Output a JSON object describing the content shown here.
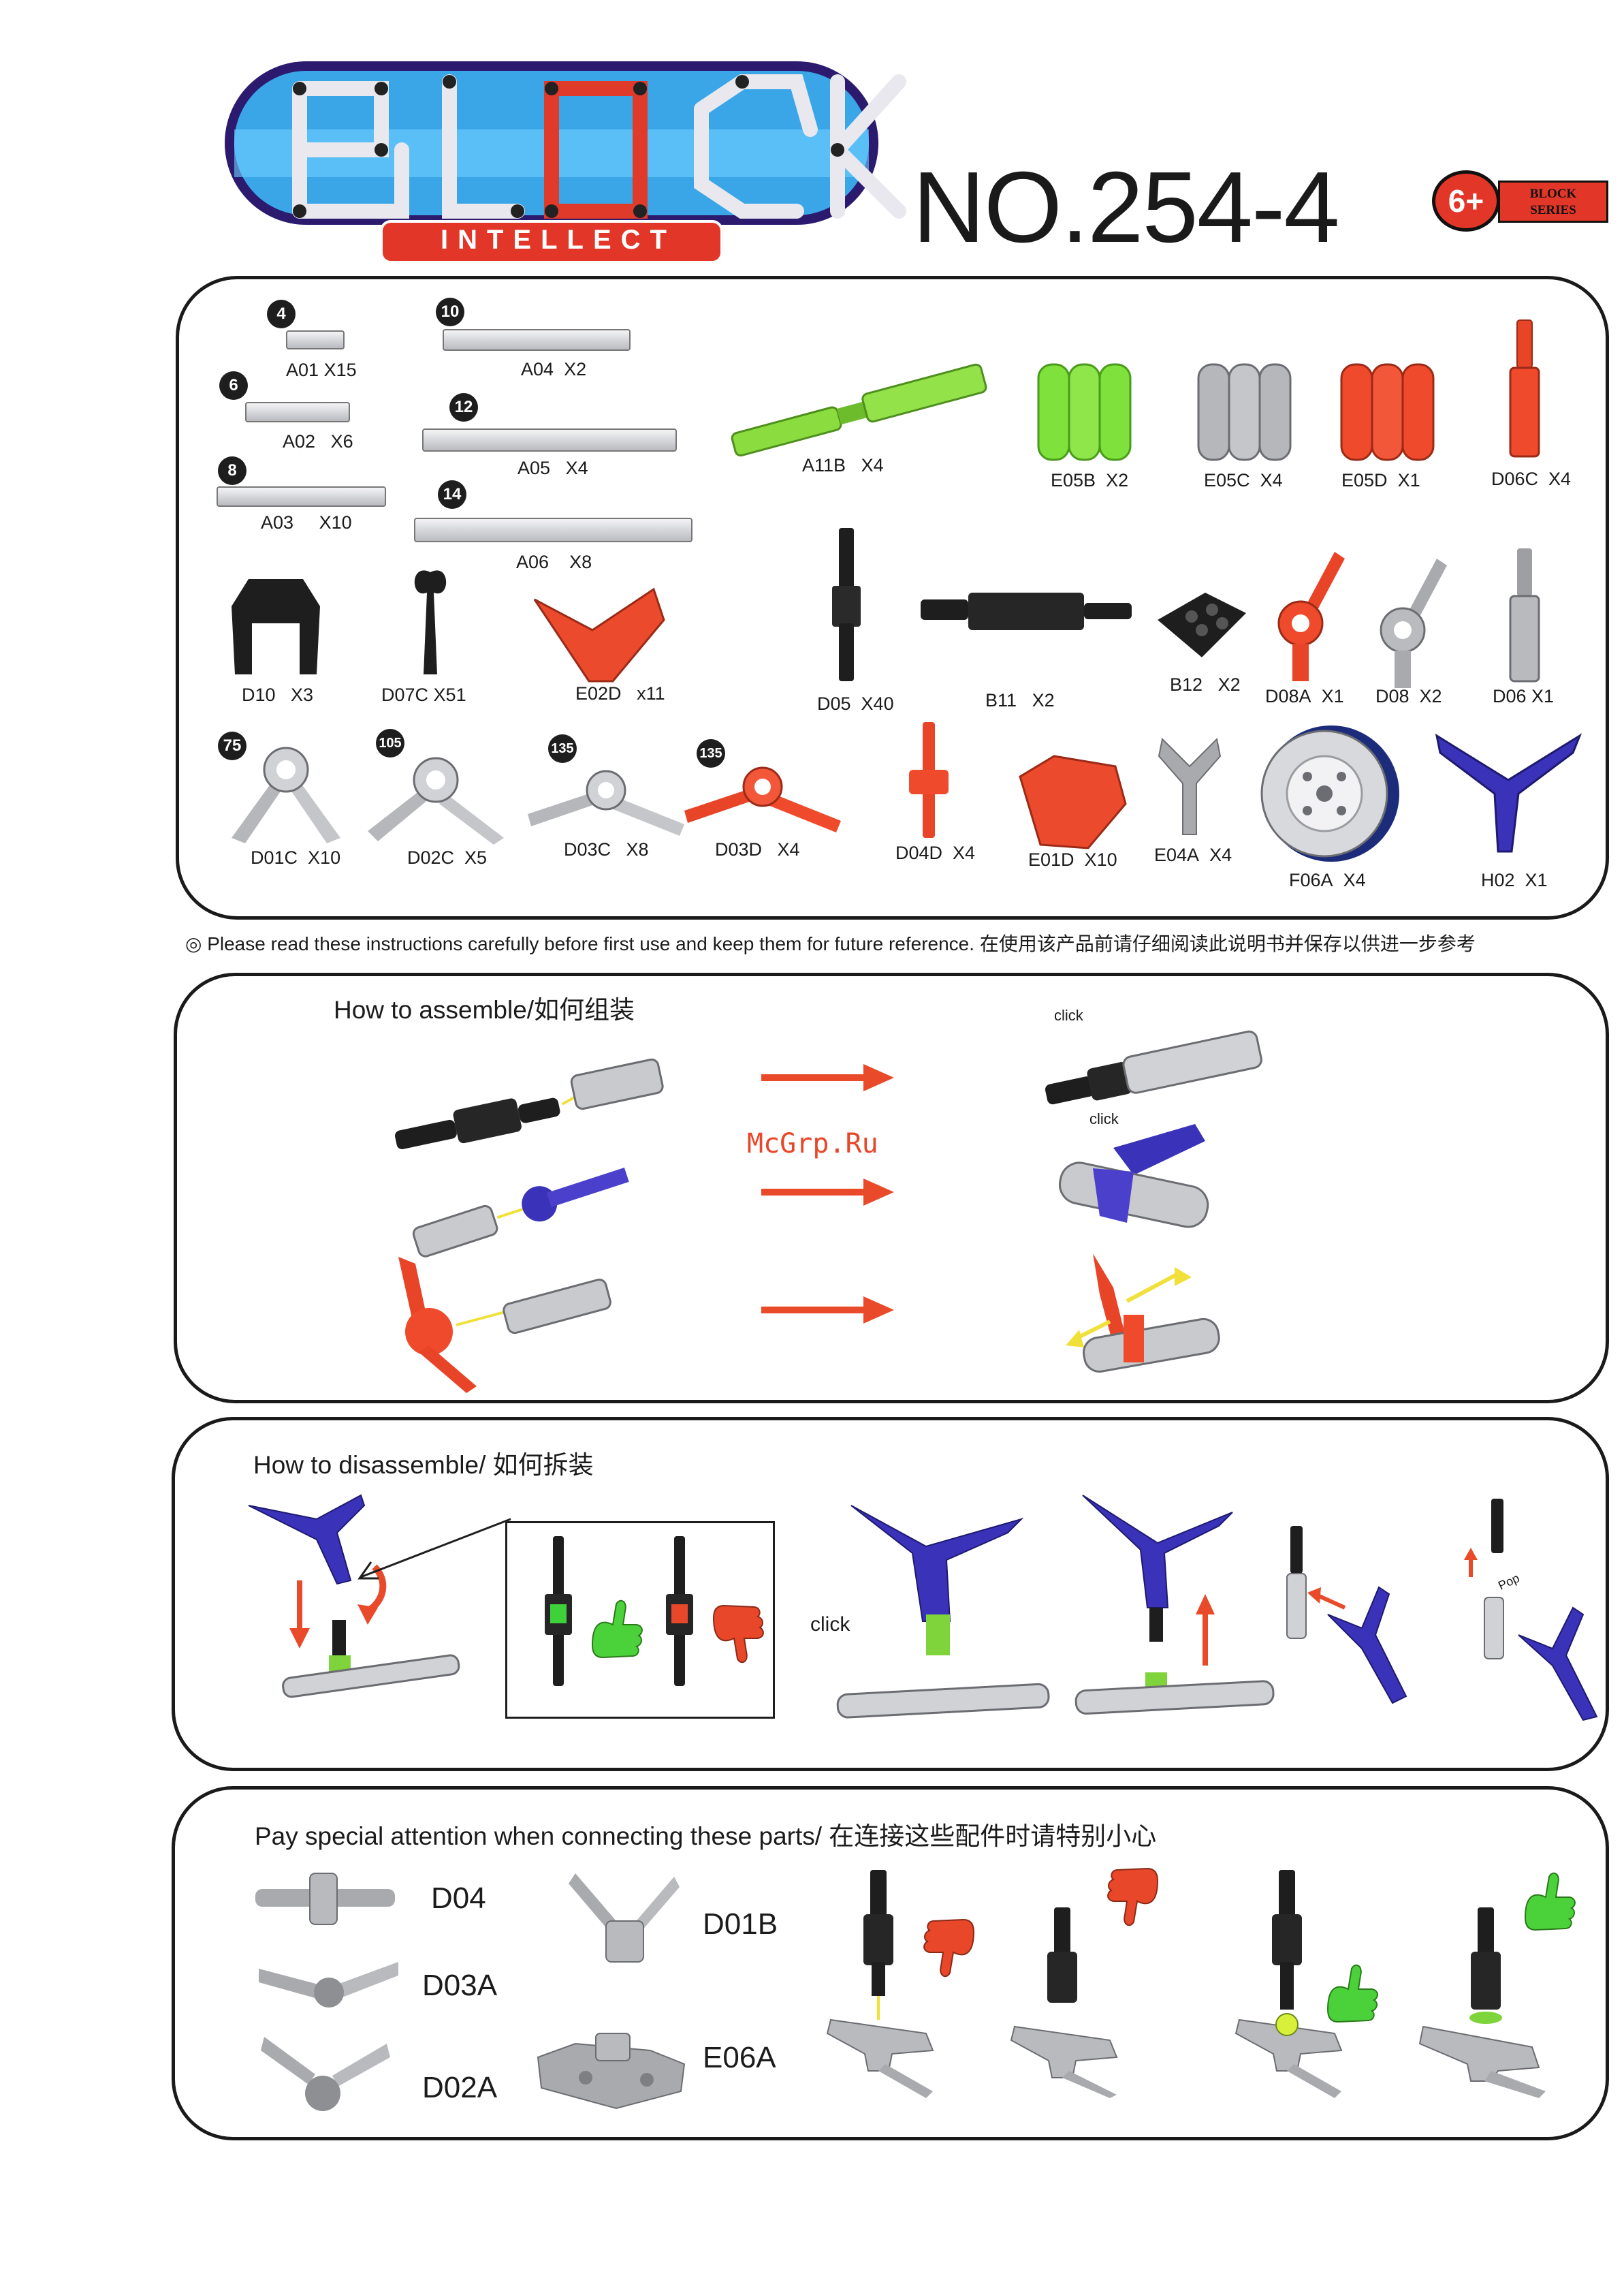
{
  "header": {
    "logo_word": "BLOCK",
    "logo_sub": "INTELLECT",
    "model": "NO.254-4",
    "age": "6+",
    "series_line1": "BLOCK",
    "series_line2": "SERIES"
  },
  "parts": {
    "tubes": [
      {
        "size": "4",
        "code": "A01",
        "qty": "X15"
      },
      {
        "size": "6",
        "code": "A02",
        "qty": "X6"
      },
      {
        "size": "8",
        "code": "A03",
        "qty": "X10"
      },
      {
        "size": "10",
        "code": "A04",
        "qty": "X2"
      },
      {
        "size": "12",
        "code": "A05",
        "qty": "X4"
      },
      {
        "size": "14",
        "code": "A06",
        "qty": "X8"
      }
    ],
    "row1": [
      {
        "code": "A11B",
        "qty": "X4"
      },
      {
        "code": "E05B",
        "qty": "X2"
      },
      {
        "code": "E05C",
        "qty": "X4"
      },
      {
        "code": "E05D",
        "qty": "X1"
      },
      {
        "code": "D06C",
        "qty": "X4"
      }
    ],
    "row2": [
      {
        "code": "D10",
        "qty": "X3"
      },
      {
        "code": "D07C",
        "qty": "X51"
      },
      {
        "code": "E02D",
        "qty": "x11"
      },
      {
        "code": "D05",
        "qty": "X40"
      },
      {
        "code": "B11",
        "qty": "X2"
      },
      {
        "code": "B12",
        "qty": "X2"
      },
      {
        "code": "D08A",
        "qty": "X1"
      },
      {
        "code": "D08",
        "qty": "X2"
      },
      {
        "code": "D06",
        "qty": "X1"
      }
    ],
    "row3": [
      {
        "angle": "75",
        "code": "D01C",
        "qty": "X10"
      },
      {
        "angle": "105",
        "code": "D02C",
        "qty": "X5"
      },
      {
        "angle": "135",
        "code": "D03C",
        "qty": "X8"
      },
      {
        "angle": "135",
        "code": "D03D",
        "qty": "X4"
      },
      {
        "code": "D04D",
        "qty": "X4"
      },
      {
        "code": "E01D",
        "qty": "X10"
      },
      {
        "code": "E04A",
        "qty": "X4"
      },
      {
        "code": "F06A",
        "qty": "X4"
      },
      {
        "code": "H02",
        "qty": "X1"
      }
    ]
  },
  "notice": "◎ Please read these instructions carefully before first use and keep them for  future reference. 在使用该产品前请仔细阅读此说明书并保存以供进一步参考",
  "assemble": {
    "title": "How to assemble/如何组装",
    "click1": "click",
    "click2": "click",
    "watermark": "McGrp.Ru"
  },
  "disassemble": {
    "title": "How to disassemble/ 如何拆装",
    "click": "click",
    "pop": "Pop"
  },
  "attention": {
    "title": "Pay special attention when connecting these parts/ 在连接这些配件时请特别小心",
    "parts": [
      "D04",
      "D03A",
      "D02A",
      "D01B",
      "E06A"
    ]
  },
  "colors": {
    "green": "#7ed43a",
    "gray": "#a7a9ad",
    "red": "#e8472a",
    "blue": "#3a32b8",
    "black": "#1a1a1a",
    "arrow": "#e84a2a"
  }
}
